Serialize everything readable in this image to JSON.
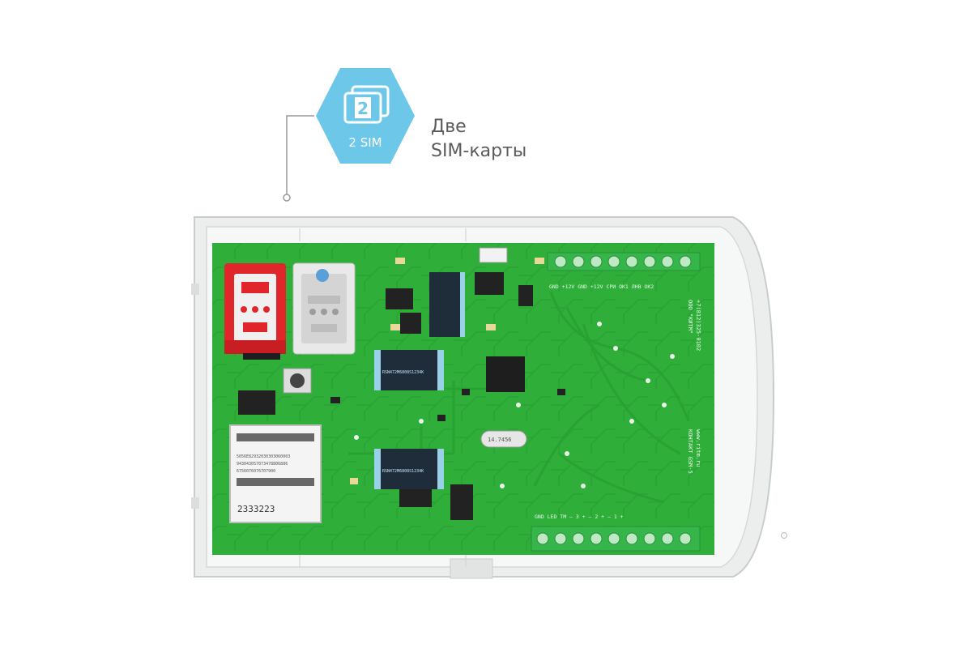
{
  "badge": {
    "number": "2",
    "label": "2 SIM",
    "color": "#6cc7e8"
  },
  "caption": {
    "line1": "Две",
    "line2": "SIM-карты"
  },
  "board": {
    "colors": {
      "pcb": "#2fae3a",
      "trace": "#2a9a33",
      "housing": "#eef0f0",
      "terminal": "#35b54a",
      "sim_red": "#e0262b",
      "sim_white": "#e8e8e8"
    },
    "top_terminal_labels": "GND  +12V  GND  +12V  СРИ  ОК1  ЛНВ  ОК2",
    "bottom_terminal_labels": "GND  LED   ТМ   –   3   +   –   2   +   –   1   +",
    "side_label_1": "ООО \"КИТМ\"",
    "side_label_2": "+7(812)325-0102",
    "side_label_3": "КОНТАКТ GSM-5",
    "side_label_4": "www.ritm.ru",
    "module_code": "2333223",
    "module_line1": "5056E82932030303060003",
    "module_line2": "943043057073478806886",
    "module_line3": "6756076076707900",
    "relay_label": "RSN472M6808S1234K",
    "crystal_label": "14.7456"
  }
}
